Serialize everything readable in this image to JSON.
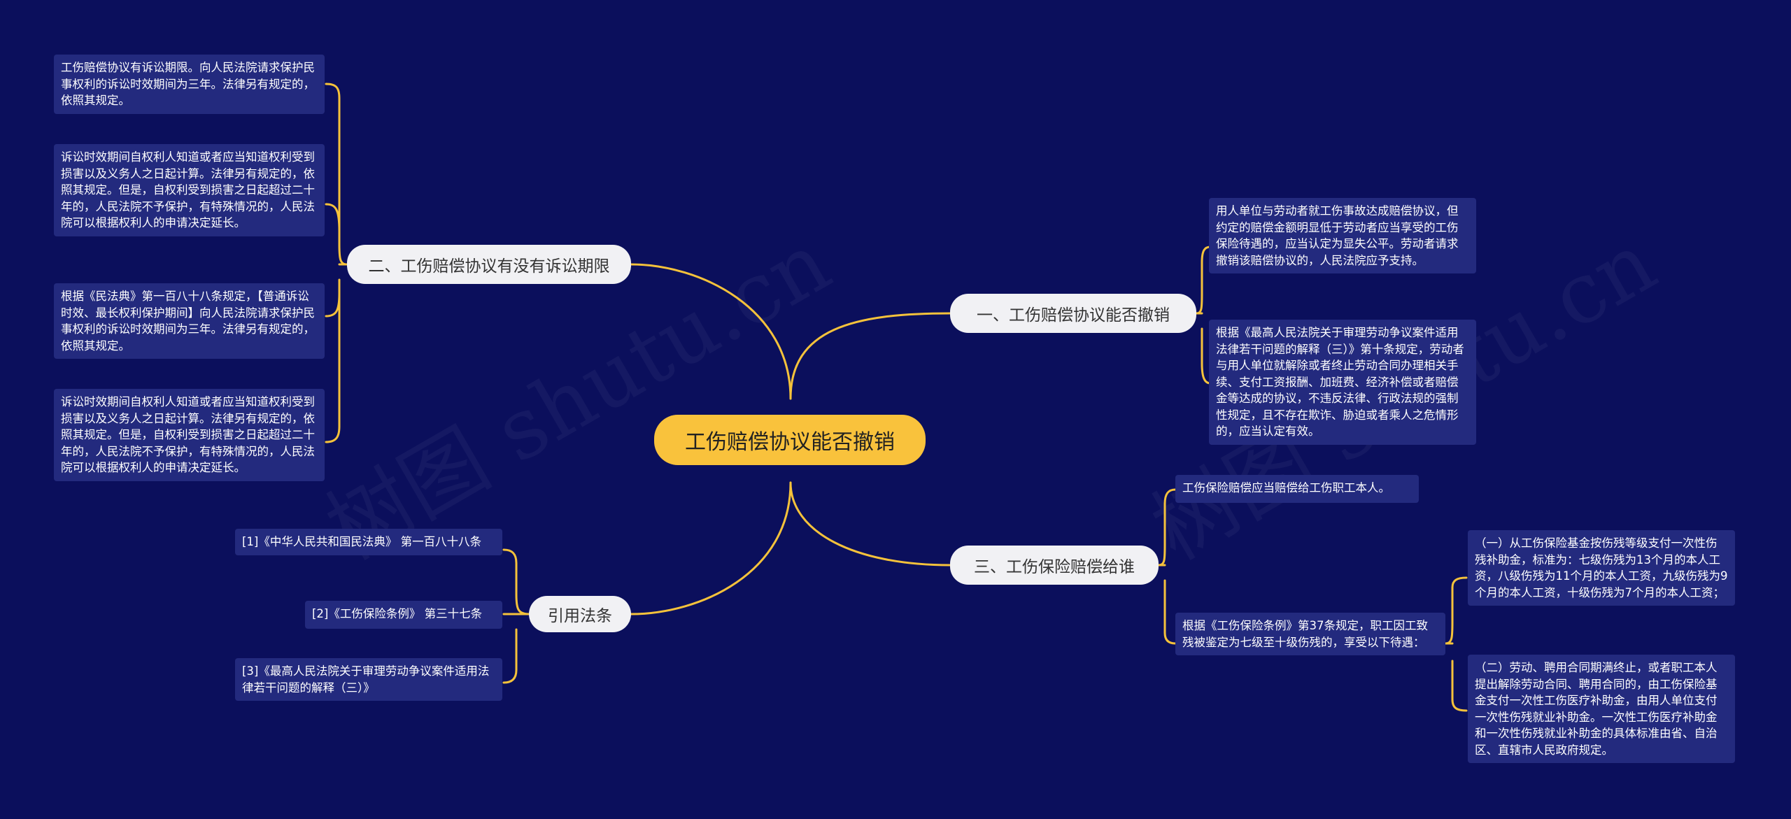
{
  "watermark": "树图 shutu.cn",
  "root": "工伤赔偿协议能否撤销",
  "branches": {
    "b1": {
      "label": "一、工伤赔偿协议能否撤销",
      "leaves": [
        "用人单位与劳动者就工伤事故达成赔偿协议，但约定的赔偿金额明显低于劳动者应当享受的工伤保险待遇的，应当认定为显失公平。劳动者请求撤销该赔偿协议的，人民法院应予支持。",
        "根据《最高人民法院关于审理劳动争议案件适用法律若干问题的解释（三）》第十条规定，劳动者与用人单位就解除或者终止劳动合同办理相关手续、支付工资报酬、加班费、经济补偿或者赔偿金等达成的协议，不违反法律、行政法规的强制性规定，且不存在欺诈、胁迫或者乘人之危情形的，应当认定有效。"
      ]
    },
    "b2": {
      "label": "二、工伤赔偿协议有没有诉讼期限",
      "leaves": [
        "工伤赔偿协议有诉讼期限。向人民法院请求保护民事权利的诉讼时效期间为三年。法律另有规定的，依照其规定。",
        "诉讼时效期间自权利人知道或者应当知道权利受到损害以及义务人之日起计算。法律另有规定的，依照其规定。但是，自权利受到损害之日起超过二十年的，人民法院不予保护，有特殊情况的，人民法院可以根据权利人的申请决定延长。",
        "根据《民法典》第一百八十八条规定，【普通诉讼时效、最长权利保护期间】向人民法院请求保护民事权利的诉讼时效期间为三年。法律另有规定的，依照其规定。",
        "诉讼时效期间自权利人知道或者应当知道权利受到损害以及义务人之日起计算。法律另有规定的，依照其规定。但是，自权利受到损害之日起超过二十年的，人民法院不予保护，有特殊情况的，人民法院可以根据权利人的申请决定延长。"
      ]
    },
    "b3": {
      "label": "三、工伤保险赔偿给谁",
      "leaves": [
        "工伤保险赔偿应当赔偿给工伤职工本人。",
        "根据《工伤保险条例》第37条规定，职工因工致残被鉴定为七级至十级伤残的，享受以下待遇："
      ],
      "subleaves": [
        "（一）从工伤保险基金按伤残等级支付一次性伤残补助金，标准为：七级伤残为13个月的本人工资，八级伤残为11个月的本人工资，九级伤残为9个月的本人工资，十级伤残为7个月的本人工资；",
        "（二）劳动、聘用合同期满终止，或者职工本人提出解除劳动合同、聘用合同的，由工伤保险基金支付一次性工伤医疗补助金，由用人单位支付一次性伤残就业补助金。一次性工伤医疗补助金和一次性伤残就业补助金的具体标准由省、自治区、直辖市人民政府规定。"
      ]
    },
    "b4": {
      "label": "引用法条",
      "leaves": [
        "[1]《中华人民共和国民法典》 第一百八十八条",
        "[2]《工伤保险条例》 第三十七条",
        "[3]《最高人民法院关于审理劳动争议案件适用法律若干问题的解释（三）》"
      ]
    }
  }
}
